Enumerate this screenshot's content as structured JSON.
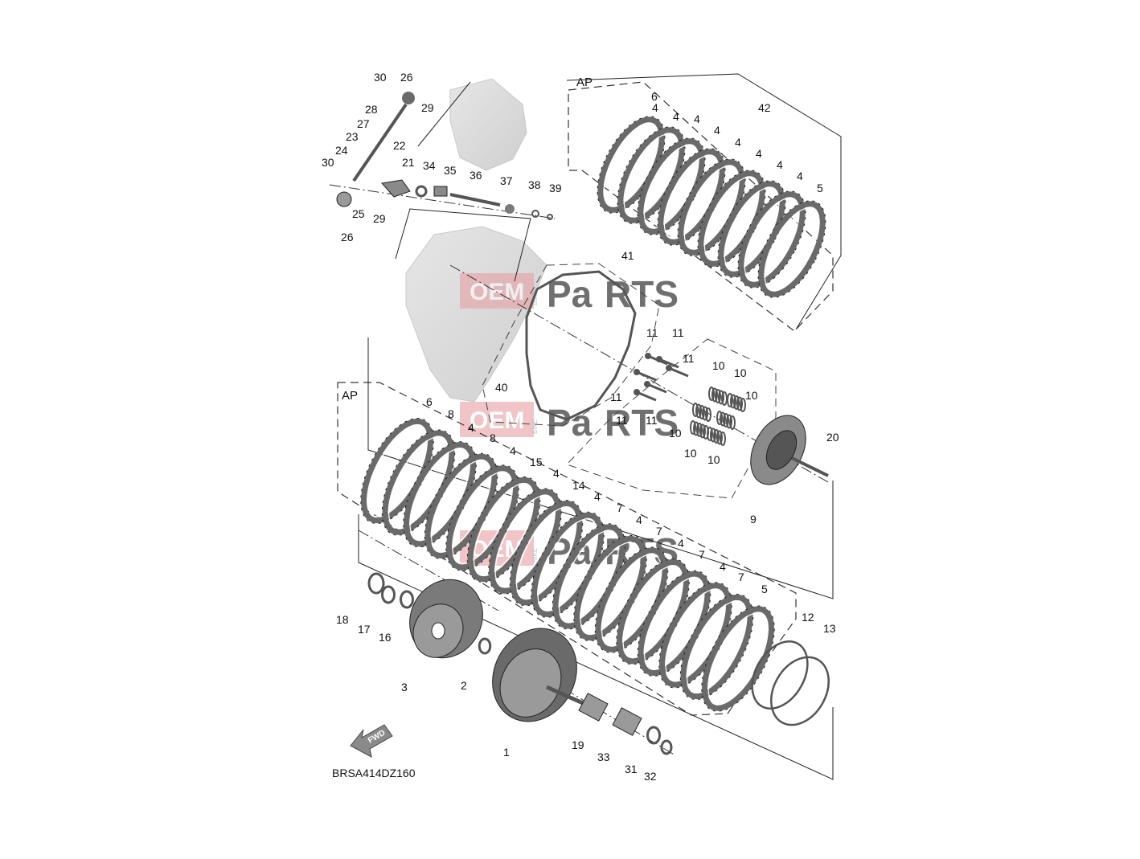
{
  "diagram": {
    "code": "BRSA414DZ160",
    "fwd_label": "FWD",
    "ap_labels": [
      "AP",
      "AP"
    ],
    "watermark": {
      "oem": "OEM",
      "bike": "BIKE",
      "pa": "Pa",
      "rts": "RTS"
    },
    "colors": {
      "line": "#222222",
      "part": "#555555",
      "plate": "#6a6a6a",
      "ghost": "#d0d0d0",
      "wm_red": "#e8a0a4",
      "wm_grey": "#bcbcbc"
    },
    "callouts": [
      "1",
      "2",
      "3",
      "4",
      "5",
      "6",
      "7",
      "8",
      "9",
      "10",
      "11",
      "12",
      "13",
      "14",
      "15",
      "16",
      "17",
      "18",
      "19",
      "20",
      "21",
      "22",
      "23",
      "24",
      "25",
      "26",
      "27",
      "28",
      "29",
      "30",
      "31",
      "32",
      "33",
      "34",
      "35",
      "36",
      "37",
      "38",
      "39",
      "40",
      "41",
      "42"
    ]
  }
}
